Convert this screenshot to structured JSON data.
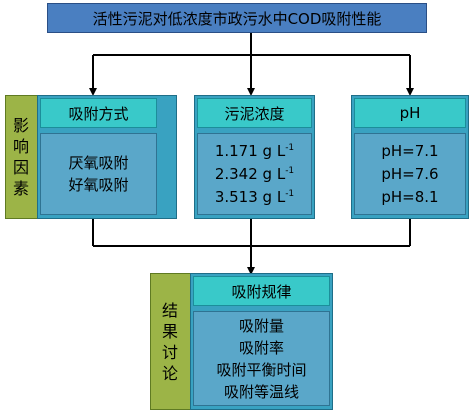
{
  "title": "活性污泥对低浓度市政污水中COD吸附性能",
  "factors": {
    "side_label": [
      "影",
      "响",
      "因",
      "素"
    ],
    "adsorption_mode": {
      "header": "吸附方式",
      "items": [
        "厌氧吸附",
        "好氧吸附"
      ]
    },
    "sludge_concentration": {
      "header": "污泥浓度",
      "items": [
        {
          "value": "1.171 g L",
          "sup": "-1"
        },
        {
          "value": "2.342 g L",
          "sup": "-1"
        },
        {
          "value": "3.513 g L",
          "sup": "-1"
        }
      ]
    },
    "ph": {
      "header": "pH",
      "items": [
        "pH=7.1",
        "pH=7.6",
        "pH=8.1"
      ]
    }
  },
  "results": {
    "side_label": [
      "结",
      "果",
      "讨",
      "论"
    ],
    "header": "吸附规律",
    "items": [
      "吸附量",
      "吸附率",
      "吸附平衡时间",
      "吸附等温线"
    ]
  },
  "colors": {
    "title_bg": "#4a7fc1",
    "side_bg": "#9cb447",
    "header_bg": "#39c9c9",
    "body_bg": "#5aa7c9"
  }
}
